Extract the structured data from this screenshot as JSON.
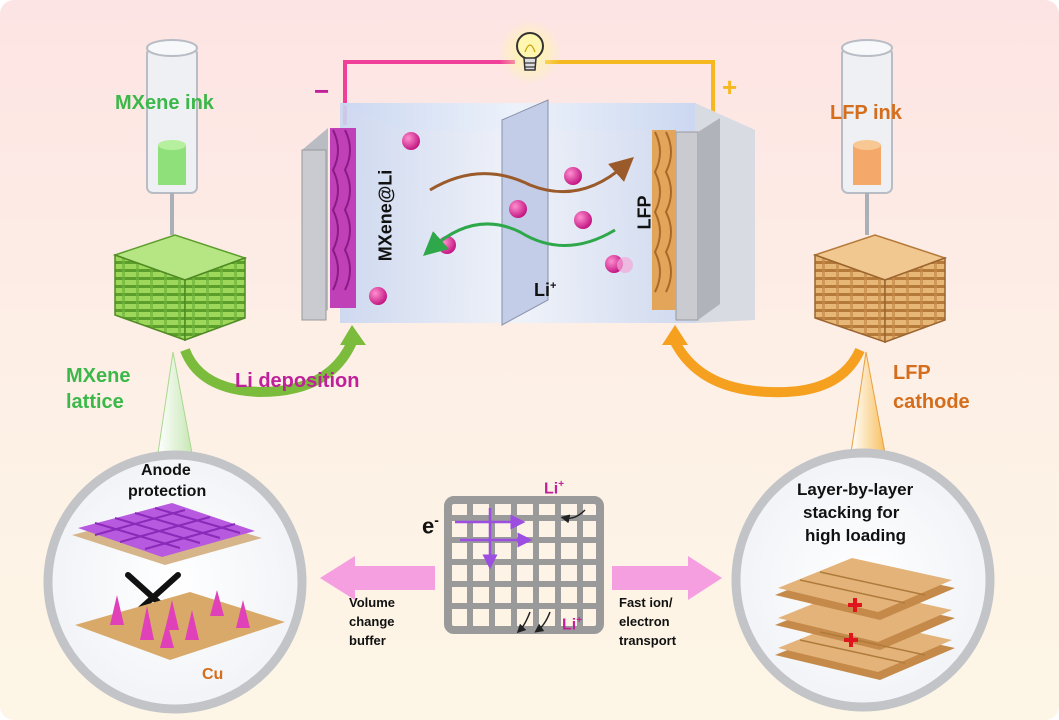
{
  "labels": {
    "mxene_ink": "MXene ink",
    "lfp_ink": "LFP ink",
    "mxene_lattice_1": "MXene",
    "mxene_lattice_2": "lattice",
    "lfp_cathode_1": "LFP",
    "lfp_cathode_2": "cathode",
    "li_deposition": "Li deposition",
    "anode_side": "MXene@Li",
    "cathode_side": "LFP",
    "li_ion": "Li",
    "ion_charge": "+",
    "minus": "−",
    "plus": "+",
    "anode_protection_1": "Anode",
    "anode_protection_2": "protection",
    "cu": "Cu",
    "volume_1": "Volume",
    "volume_2": "change",
    "volume_3": "buffer",
    "fast_1": "Fast ion/",
    "fast_2": "electron",
    "fast_3": "transport",
    "electron": "e",
    "electron_charge": "-",
    "stack_1": "Layer-by-layer",
    "stack_2": "stacking for",
    "stack_3": "high loading"
  },
  "colors": {
    "mxene_green": "#3cb84a",
    "lfp_orange": "#d46d1c",
    "lithium_magenta": "#c0209a",
    "wire_pink": "#f0409a",
    "wire_yellow": "#f5b820"
  },
  "icons": [
    "light-bulb-icon",
    "syringe-icon",
    "cross-mark-icon"
  ]
}
